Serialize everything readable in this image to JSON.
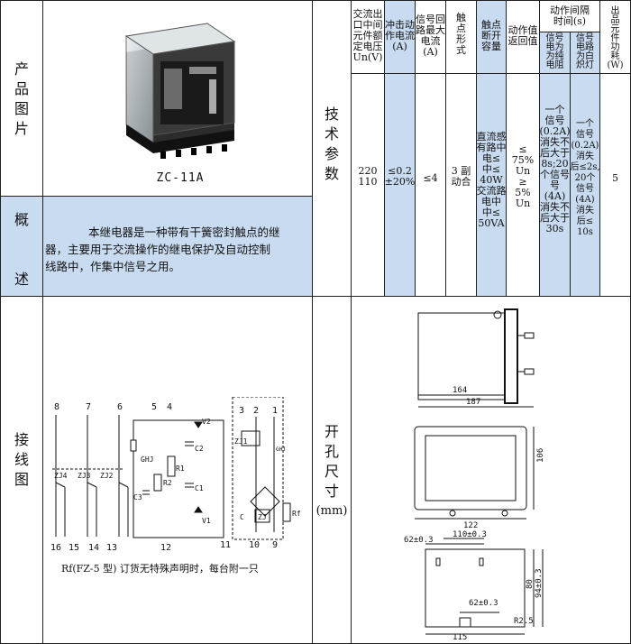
{
  "product": {
    "label_chars": [
      "产",
      "品",
      "图",
      "片"
    ],
    "model": "ZC-11A"
  },
  "overview": {
    "label_chars": [
      "概",
      "述"
    ],
    "text_line1": "本继电器是一种带有干簧密封触点的继",
    "text_line2": "器，主要用于交流操作的继电保护及自动控制",
    "text_line3": "线路中，作集中信号之用。"
  },
  "wiring": {
    "label_chars": [
      "接",
      "线",
      "图"
    ],
    "note": "Rf(FZ-5 型) 订货无特殊声明时，每台附一只",
    "terminals_top": [
      "8",
      "7",
      "6",
      "5",
      "4",
      "3",
      "2",
      "1"
    ],
    "terminals_bottom": [
      "16",
      "15",
      "14",
      "13",
      "12",
      "11",
      "10",
      "9"
    ],
    "components": {
      "zj4": "ZJ4",
      "zj3": "ZJ3",
      "zj2": "ZJ2",
      "ghj": "GHJ",
      "r1": "R1",
      "r2": "R2",
      "c1": "C1",
      "c2": "C2",
      "c3": "C3",
      "v1": "V1",
      "v2": "V2",
      "zj1": "ZJ1",
      "ghj_small": "GHJ",
      "c": "C",
      "zj": "ZJ",
      "rf": "Rf"
    }
  },
  "tech": {
    "label_chars": [
      "技",
      "术",
      "参",
      "数"
    ],
    "headers": {
      "rated_voltage": [
        "交流出",
        "口中间",
        "元件额",
        "定电压",
        "Un(V)"
      ],
      "impulse_current": [
        "冲击动",
        "作电流",
        "(A)"
      ],
      "max_signal_current": [
        "信号回",
        "路最大",
        "电流",
        "(A)"
      ],
      "contact_form": [
        "触",
        "点",
        "形",
        "式"
      ],
      "breaking_capacity": [
        "触点",
        "断开",
        "容量"
      ],
      "return_value": [
        "动作值",
        "返回值"
      ],
      "action_time": [
        "动作间隔",
        "时间(s)"
      ],
      "action_time_pure": [
        "信号",
        "电为",
        "为纯",
        "电阻"
      ],
      "action_time_lamp": [
        "信号",
        "电路",
        "为白",
        "炽灯"
      ],
      "power": [
        "出",
        "品",
        "元",
        "件",
        "功",
        "耗",
        "(W)"
      ]
    },
    "values": {
      "rated_voltage": [
        "220",
        "110"
      ],
      "impulse_current": [
        "≤0.2",
        "±20%"
      ],
      "max_signal_current": [
        "≤4"
      ],
      "contact_form": [
        "3 副",
        "动合"
      ],
      "breaking_capacity": [
        "直流感",
        "有路中",
        "电≤",
        "中≤",
        "40W",
        "交流路",
        "电中",
        "中≤",
        "50VA"
      ],
      "return_value": [
        "≤",
        "75%",
        "Un",
        "≥",
        "5%",
        "Un"
      ],
      "action_time_pure": [
        "一个",
        "信号",
        "(0.2A)",
        "消失不",
        "后大于",
        "8s;20",
        "个信号",
        "号",
        "(4A)",
        "消失不",
        "后大于",
        "30s"
      ],
      "action_time_lamp": [
        "一个",
        "信号",
        "(0.2A)",
        "消失",
        "后≤2s,",
        "20个",
        "信号",
        "(4A)",
        "消失",
        "后≤",
        "10s"
      ],
      "power": [
        "5"
      ]
    }
  },
  "cutout": {
    "label_chars": [
      "开",
      "孔",
      "尺",
      "寸"
    ],
    "unit": "(mm)",
    "dims": {
      "d164": "164",
      "d187": "187",
      "d106": "106",
      "d122": "122",
      "d110": "110±0.3",
      "d62a": "62±0.3",
      "d80": "80",
      "d94": "94±0.3",
      "d62b": "62±0.3",
      "d115": "115",
      "r25": "R2.5"
    }
  }
}
